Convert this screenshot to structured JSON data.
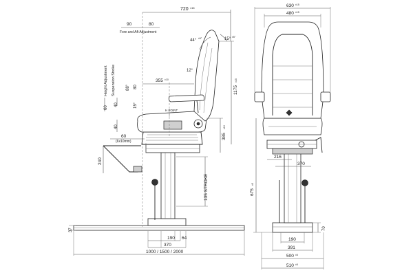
{
  "dims_side": {
    "overall_length": "720",
    "overall_length_tol": "±15",
    "fore_aft_left": "90",
    "fore_aft_right": "80",
    "fore_aft_caption": "Fore and Aft Adjustment",
    "backrest_angle": "44°",
    "backrest_angle_tol": "±5°",
    "headrest_angle": "15°",
    "headrest_angle_tol": "±5°",
    "height_total": "1175",
    "height_total_tol": "±15",
    "height_adjust_caption": "Height Adjustment",
    "suspension_caption": "Suspension Stroke",
    "cushion_depth": "355",
    "cushion_depth_tol": "±10",
    "cushion_angle": "12°",
    "recline_angle": "88°",
    "h_point_label": "H POINT",
    "height_adj_value": "60",
    "height_adj_sub": "40",
    "tilt_angle": "15°",
    "tilt_value": "80",
    "seat_height": "385",
    "seat_height_tol": "±10",
    "upper_40": "40",
    "lower_60": "60",
    "adjust_steps": "(6x10mm)",
    "footrest_height": "240",
    "stroke_caption": "135 STROKE",
    "plate_thickness": "37",
    "column_190": "190",
    "column_64": "64",
    "column_370": "370",
    "rail_lengths": "1000 / 1500 / 2000"
  },
  "dims_front": {
    "overall_width": "630",
    "overall_width_tol": "±15",
    "seat_width": "480",
    "seat_width_tol": "±15",
    "base_216": "216",
    "base_370": "370",
    "column_height": "675",
    "column_height_tol": "±5",
    "base_height": "70",
    "plate_190": "190",
    "plate_391": "391",
    "width_500": "500",
    "width_500_tol": "±5",
    "width_510": "510",
    "width_510_tol": "±5"
  }
}
